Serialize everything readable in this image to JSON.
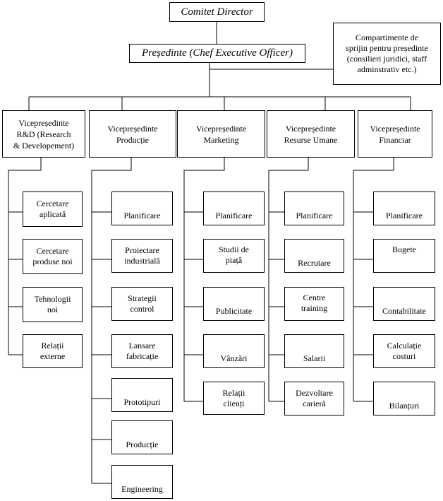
{
  "board": {
    "label": "Comitet Director"
  },
  "ceo": {
    "label": "Președinte (Chef Executive Officer)"
  },
  "support": {
    "label": "Compartimente de\nsprijin pentru președinte\n(consilieri juridici, staff\nadminstrativ etc.)"
  },
  "departments": [
    {
      "label": "Vicepreședinte\nR&D (Research\n& Developement)",
      "units": [
        "Cercetare\naplicată",
        "Cercetare\nproduse noi",
        "Tehnologii\nnoi",
        "Relații\nexterne"
      ]
    },
    {
      "label": "Vicepreședinte\nProducție",
      "units": [
        "Planificare",
        "Proiectare\nindustrială",
        "Strategii\ncontrol",
        "Lansare\nfabricație",
        "Prototipuri",
        "Producție",
        "Engineering"
      ]
    },
    {
      "label": "Vicepreședinte\nMarketing",
      "units": [
        "Planificare",
        "Studii de\npiață",
        "Publicitate",
        "Vânzări",
        "Relații\nclienți"
      ]
    },
    {
      "label": "Vicepreședinte\nResurse Umane",
      "units": [
        "Planificare",
        "Recrutare",
        "Centre\ntraining",
        "Salarii",
        "Dezvoltare\ncarieră"
      ]
    },
    {
      "label": "Vicepreședinte\nFinanciar",
      "units": [
        "Planificare",
        "Bugete",
        "Contabilitate",
        "Calculație\ncosturi",
        "Bilanțuri"
      ]
    }
  ]
}
